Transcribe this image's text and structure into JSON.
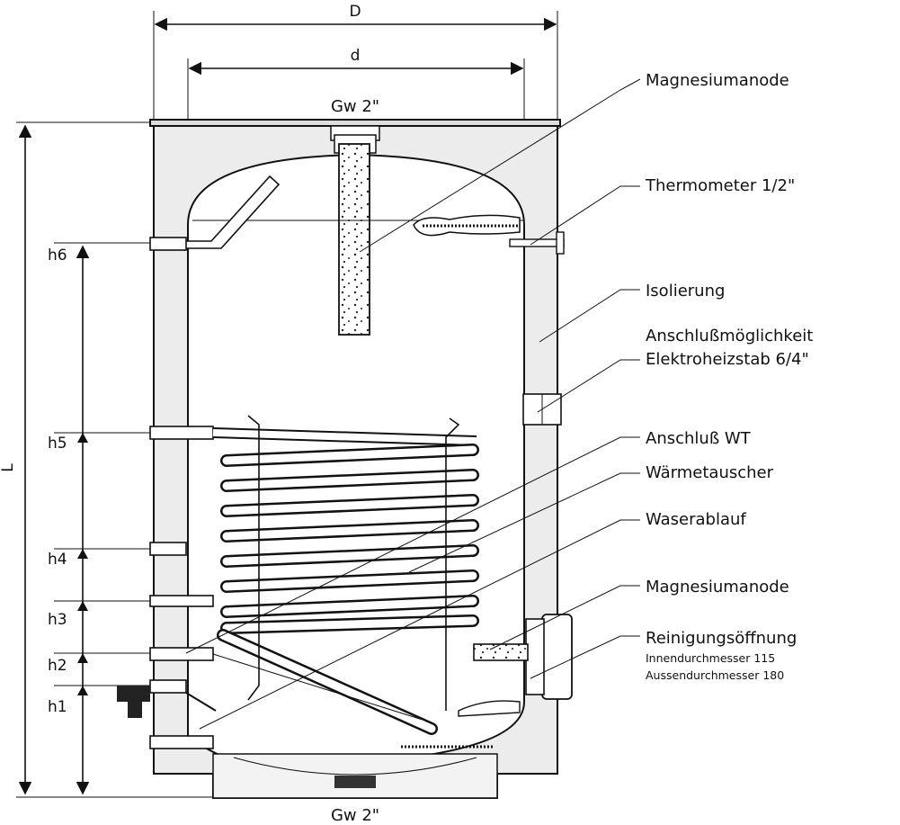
{
  "dimensions": {
    "outer_diameter": "D",
    "inner_diameter": "d",
    "length": "L",
    "top_connection": "Gw 2\"",
    "bottom_connection": "Gw 2\"",
    "heights": [
      "h6",
      "h5",
      "h4",
      "h3",
      "h2",
      "h1"
    ]
  },
  "callouts": {
    "magnesium_anode_top": "Magnesiumanode",
    "thermometer": "Thermometer 1/2\"",
    "insulation": "Isolierung",
    "heater_option_line1": "Anschlußmöglichkeit",
    "heater_option_line2": "Elektroheizstab 6/4\"",
    "connection_wt": "Anschluß WT",
    "heat_exchanger": "Wärmetauscher",
    "drain": "Waserablauf",
    "magnesium_anode_bottom": "Magnesiumanode",
    "cleaning_opening": "Reinigungsöffnung",
    "inner_diameter_text": "Innendurchmesser 115",
    "outer_diameter_text": "Aussendurchmesser 180"
  }
}
